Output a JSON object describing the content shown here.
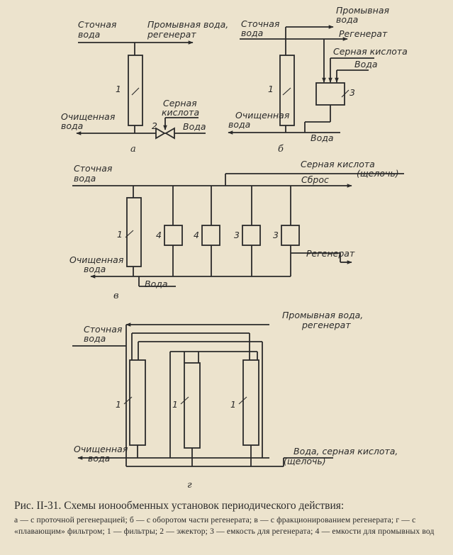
{
  "diagrams": {
    "a": {
      "sub_label": "а",
      "inlet": "Сточная вода",
      "top_out": "Промывная вода, регенерат",
      "acid": "Серная кислота",
      "water": "Вода",
      "outlet": "Очищенная вода",
      "filter_num": "1",
      "ejector_num": "2"
    },
    "b": {
      "sub_label": "б",
      "inlet": "Сточная вода",
      "wash": "Промывная вода",
      "regen": "Регенерат",
      "acid": "Серная кислота",
      "water_top": "Вода",
      "water_bottom": "Вода",
      "outlet": "Очищенная вода",
      "filter_num": "1",
      "tank_num": "3"
    },
    "v": {
      "sub_label": "в",
      "inlet": "Сточная вода",
      "acid": "Серная кислота (щелочь)",
      "discharge": "Сброс",
      "regen": "Регенерат",
      "outlet": "Очищенная вода",
      "water": "Вода",
      "filter_num": "1",
      "tank_nums": [
        "4",
        "4",
        "3",
        "3"
      ]
    },
    "g": {
      "sub_label": "г",
      "inlet": "Сточная вода",
      "top_out": "Промывная вода, регенерат",
      "outlet": "Очищенная вода",
      "reagent": "Вода, серная кислота, (щелочь)",
      "filter_nums": [
        "1",
        "1",
        "1"
      ]
    }
  },
  "caption": {
    "title": "Рис. II-31. Схемы ионообменных установок периодического действия:",
    "body": "а — с проточной регенерацией; б — с оборотом части регенерата; в — с фракционированием регенерата; г — с «плавающим» фильтром; 1 — фильтры; 2 — эжектор; 3 — емкость для регенерата; 4 — емкости для промывных вод"
  }
}
